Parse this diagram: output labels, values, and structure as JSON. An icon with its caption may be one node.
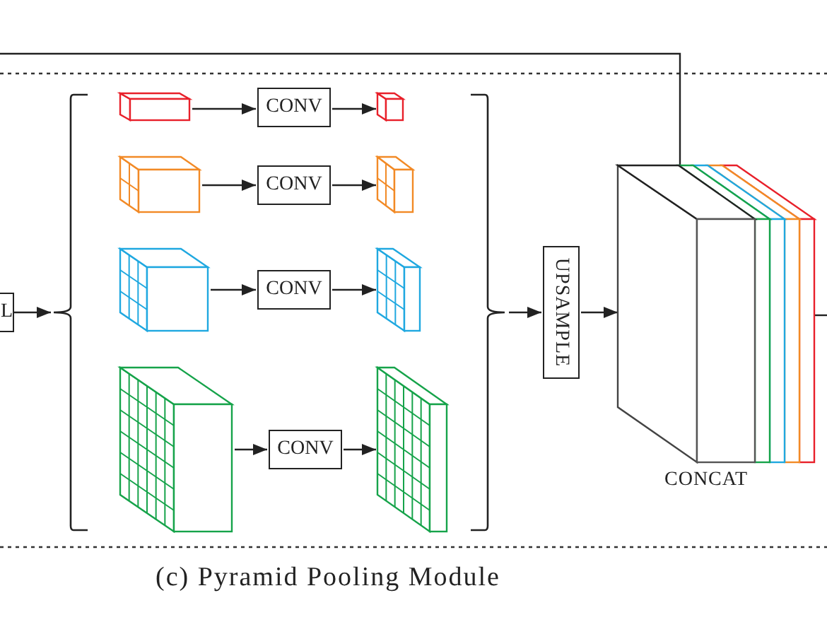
{
  "diagram": {
    "caption": "(c) Pyramid Pooling Module",
    "nodes": [
      {
        "text": [
          "L"
        ]
      },
      {
        "text": [],
        "shape": "brace"
      },
      {
        "text": [],
        "shape": "cube"
      },
      {
        "text": [
          "CONV"
        ]
      },
      {
        "text": [],
        "shape": "cube"
      },
      {
        "text": [],
        "shape": "cube"
      },
      {
        "text": [
          "CONV"
        ]
      },
      {
        "text": [],
        "shape": "cube"
      },
      {
        "text": [],
        "shape": "cube"
      },
      {
        "text": [
          "CONV"
        ]
      },
      {
        "text": [],
        "shape": "cube"
      },
      {
        "text": [],
        "shape": "cube"
      },
      {
        "text": [
          "CONV"
        ]
      },
      {
        "text": [],
        "shape": "cube"
      },
      {
        "text": [],
        "shape": "brace"
      },
      {
        "text": [
          "UPSAMPLE"
        ]
      },
      {
        "text": [],
        "shape": "cube",
        "beside": [
          "CONCAT"
        ]
      }
    ],
    "edges": [
      {
        "from": 0,
        "to": 1,
        "arrow": "to"
      },
      {
        "from": 2,
        "to": 3,
        "arrow": "to"
      },
      {
        "from": 3,
        "to": 4,
        "arrow": "to"
      },
      {
        "from": 5,
        "to": 6,
        "arrow": "to"
      },
      {
        "from": 6,
        "to": 7,
        "arrow": "to"
      },
      {
        "from": 8,
        "to": 9,
        "arrow": "to"
      },
      {
        "from": 9,
        "to": 10,
        "arrow": "to"
      },
      {
        "from": 11,
        "to": 12,
        "arrow": "to"
      },
      {
        "from": 12,
        "to": 13,
        "arrow": "to"
      },
      {
        "from": 14,
        "to": 15,
        "arrow": "to"
      },
      {
        "from": 15,
        "to": 16,
        "arrow": "to"
      },
      {
        "from": null,
        "to": 16,
        "arrow": "to"
      },
      {
        "from": 16,
        "to": null,
        "arrow": "none"
      }
    ]
  }
}
